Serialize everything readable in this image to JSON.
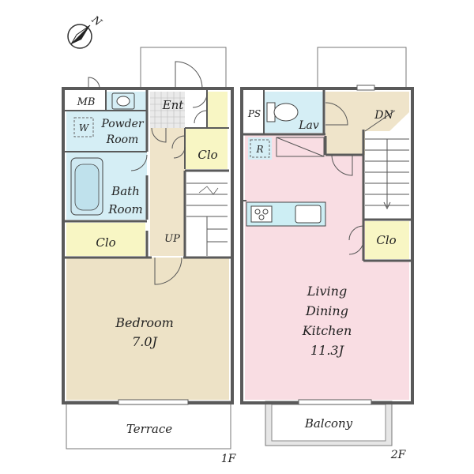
{
  "compass": {
    "label": "N"
  },
  "floor1": {
    "floor_label": "1F",
    "rooms": {
      "mb": "MB",
      "w": "W",
      "powder_l1": "Powder",
      "powder_l2": "Room",
      "ent": "Ent",
      "clo_ent": "Clo",
      "bath_l1": "Bath",
      "bath_l2": "Room",
      "clo_left": "Clo",
      "up": "UP",
      "bedroom_l1": "Bedroom",
      "bedroom_l2": "7.0J",
      "terrace": "Terrace"
    }
  },
  "floor2": {
    "floor_label": "2F",
    "rooms": {
      "ps": "PS",
      "lav": "Lav",
      "dn": "DN",
      "r": "R",
      "clo": "Clo",
      "ldk_l1": "Living",
      "ldk_l2": "Dining",
      "ldk_l3": "Kitchen",
      "ldk_l4": "11.3J",
      "balcony": "Balcony"
    }
  },
  "colors": {
    "wall": "#5a5a5a",
    "bedroom": "#ede2c6",
    "wet_room": "#d5eef5",
    "closet": "#f8f6c4",
    "ldk": "#f9dde3",
    "hall": "#efe4ca",
    "balcony": "#e6e6e6",
    "kitchen": "#cdeef4"
  }
}
